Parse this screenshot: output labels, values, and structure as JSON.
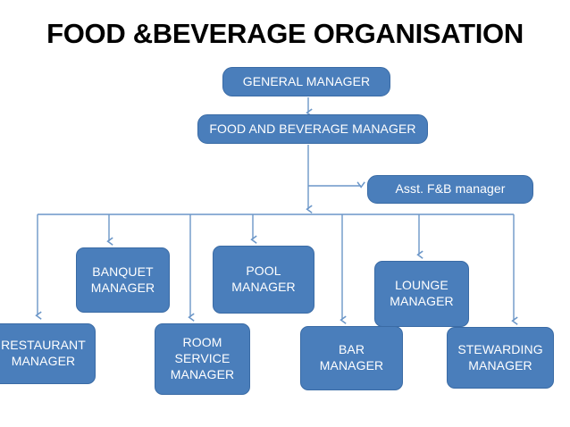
{
  "title": "FOOD &BEVERAGE ORGANISATION",
  "theme": {
    "box_fill": "#4A7EBB",
    "box_border": "#3A6BA5",
    "box_text": "#FFFFFF",
    "connector": "#6B96C8",
    "title_color": "#000000",
    "background": "#FFFFFF"
  },
  "nodes": {
    "general_manager": "GENERAL MANAGER",
    "fb_manager": "FOOD AND BEVERAGE MANAGER",
    "asst_fb_manager": "Asst. F&B manager",
    "banquet_manager_line1": "BANQUET",
    "banquet_manager_line2": "MANAGER",
    "pool_manager_line1": "POOL",
    "pool_manager_line2": "MANAGER",
    "lounge_manager_line1": "LOUNGE",
    "lounge_manager_line2": "MANAGER",
    "restaurant_manager_line1": "RESTAURANT",
    "restaurant_manager_line2": "MANAGER",
    "room_service_manager_line1": "ROOM",
    "room_service_manager_line2": "SERVICE",
    "room_service_manager_line3": "MANAGER",
    "bar_manager_line1": "BAR",
    "bar_manager_line2": "MANAGER",
    "stewarding_manager_line1": "STEWARDING",
    "stewarding_manager_line2": "MANAGER"
  }
}
